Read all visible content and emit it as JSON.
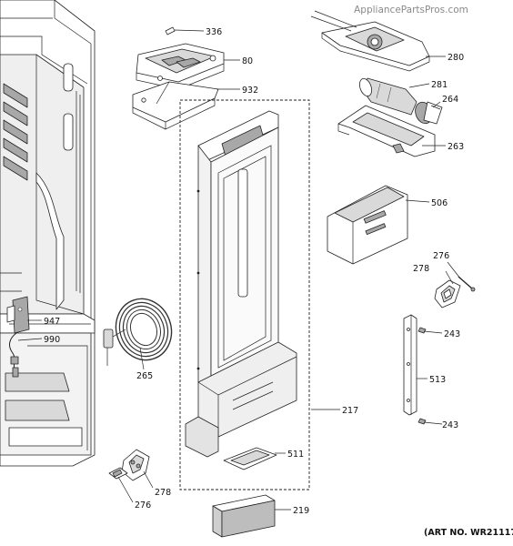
{
  "watermark": "AppliancePartsPros.com",
  "art_number": "(ART NO. WR21117 C",
  "callouts": [
    {
      "id": "336",
      "text": "336"
    },
    {
      "id": "80",
      "text": "80"
    },
    {
      "id": "932",
      "text": "932"
    },
    {
      "id": "280",
      "text": "280"
    },
    {
      "id": "281",
      "text": "281"
    },
    {
      "id": "264",
      "text": "264"
    },
    {
      "id": "263",
      "text": "263"
    },
    {
      "id": "506",
      "text": "506"
    },
    {
      "id": "276a",
      "text": "276"
    },
    {
      "id": "278a",
      "text": "278"
    },
    {
      "id": "243a",
      "text": "243"
    },
    {
      "id": "513",
      "text": "513"
    },
    {
      "id": "243b",
      "text": "243"
    },
    {
      "id": "217",
      "text": "217"
    },
    {
      "id": "511",
      "text": "511"
    },
    {
      "id": "219",
      "text": "219"
    },
    {
      "id": "947",
      "text": "947"
    },
    {
      "id": "990",
      "text": "990"
    },
    {
      "id": "265",
      "text": "265"
    },
    {
      "id": "278b",
      "text": "278"
    },
    {
      "id": "276b",
      "text": "276"
    }
  ]
}
